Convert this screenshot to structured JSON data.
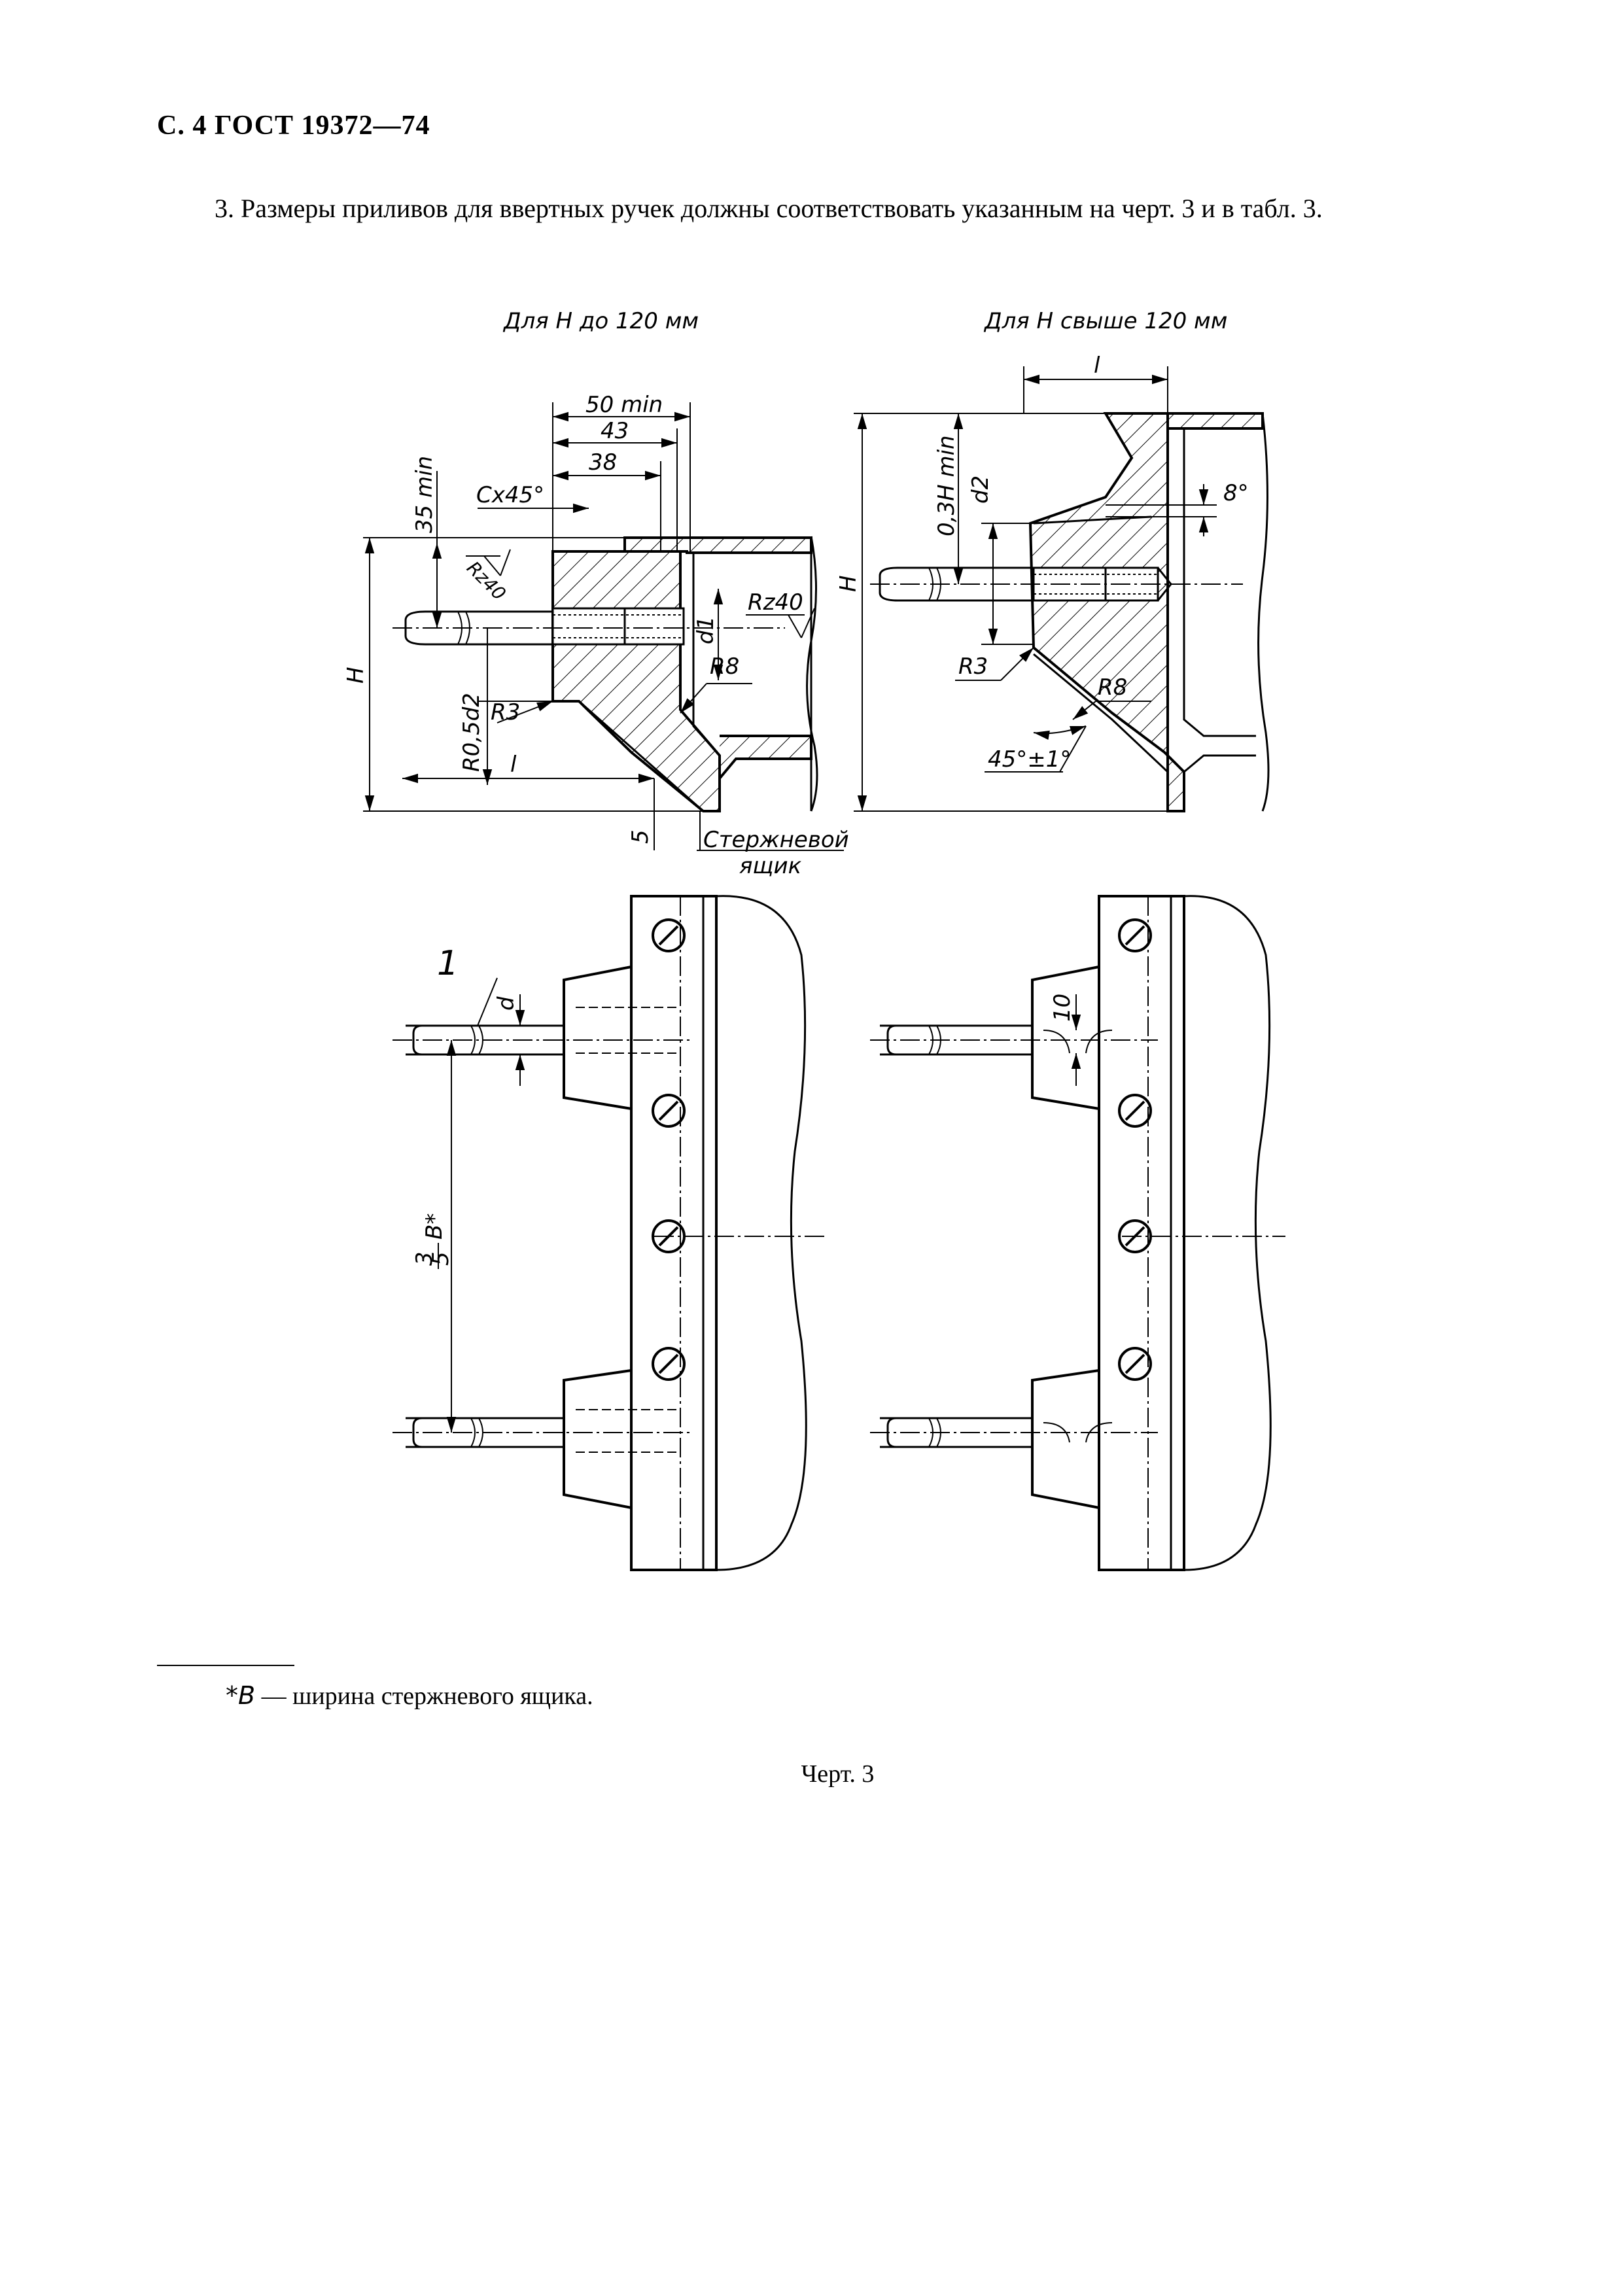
{
  "header": "С. 4 ГОСТ 19372—74",
  "paragraph": "3. Размеры приливов для ввертных ручек должны соответствовать указанным на черт.  3 и в табл.  3.",
  "drawing": {
    "left_title": "Для H до 120 мм",
    "right_title": "Для H свыше 120 мм",
    "left_labels": {
      "dim_50min": "50 min",
      "dim_43": "43",
      "dim_38": "38",
      "chamfer": "Cx45°",
      "dim_35min": "35 min",
      "rz40_a": "Rz40",
      "rz40_b": "Rz40",
      "d1": "d1",
      "r8": "R8",
      "r3": "R3",
      "r05d2": "R0,5d2",
      "l": "l",
      "h": "H",
      "dim_5": "5",
      "core_box_1": "Стержневой",
      "core_box_2": "ящик"
    },
    "right_labels": {
      "l": "l",
      "dim_03hmin": "0,3H min",
      "d2": "d2",
      "angle_8": "8°",
      "h": "H",
      "r3": "R3",
      "r8": "R8",
      "angle_45": "45°±1°"
    },
    "plan_labels": {
      "item_1": "1",
      "d": "d",
      "b_frac_num": "3",
      "b_frac_den": "5",
      "b_sym": "B*",
      "dim_10": "10"
    }
  },
  "footnote": {
    "mark": "*B",
    "text": " — ширина стержневого ящика."
  },
  "caption": "Черт.  3"
}
